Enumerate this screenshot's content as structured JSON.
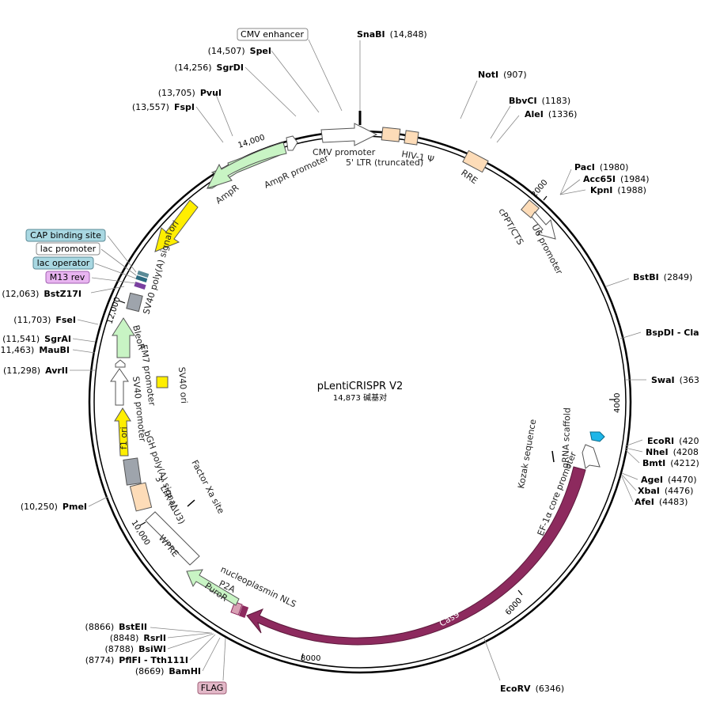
{
  "plasmid": {
    "name": "pLentiCRISPR V2",
    "size_text": "14,873 碱基对",
    "length": 14873
  },
  "site_labels": [
    {
      "name": "SnaBI",
      "pos": "(14,848)",
      "side": "right"
    },
    {
      "name": "NotI",
      "pos": "(907)",
      "side": "right"
    },
    {
      "name": "BbvCI",
      "pos": "(1183)",
      "side": "right"
    },
    {
      "name": "AleI",
      "pos": "(1336)",
      "side": "right"
    },
    {
      "name": "PacI",
      "pos": "(1980)",
      "side": "right"
    },
    {
      "name": "Acc65I",
      "pos": "(1984)",
      "side": "right"
    },
    {
      "name": "KpnI",
      "pos": "(1988)",
      "side": "right"
    },
    {
      "name": "BstBI",
      "pos": "(2849)",
      "side": "right"
    },
    {
      "name": "BspDI - Cla",
      "pos": "",
      "side": "right"
    },
    {
      "name": "SwaI",
      "pos": "(363",
      "side": "right"
    },
    {
      "name": "EcoRI",
      "pos": "(420",
      "side": "right"
    },
    {
      "name": "NheI",
      "pos": "(4208",
      "side": "right"
    },
    {
      "name": "BmtI",
      "pos": "(4212)",
      "side": "right"
    },
    {
      "name": "AgeI",
      "pos": "(4470)",
      "side": "right"
    },
    {
      "name": "XbaI",
      "pos": "(4476)",
      "side": "right"
    },
    {
      "name": "AfeI",
      "pos": "(4483)",
      "side": "right"
    },
    {
      "name": "EcoRV",
      "pos": "(6346)",
      "side": "right"
    },
    {
      "name": "SpeI",
      "pos": "(14,507)",
      "side": "left"
    },
    {
      "name": "SgrDI",
      "pos": "(14,256)",
      "side": "left"
    },
    {
      "name": "PvuI",
      "pos": "(13,705)",
      "side": "left"
    },
    {
      "name": "FspI",
      "pos": "(13,557)",
      "side": "left"
    },
    {
      "name": "BstZ17I",
      "pos": "(12,063)",
      "side": "left"
    },
    {
      "name": "FseI",
      "pos": "(11,703)",
      "side": "left"
    },
    {
      "name": "SgrAI",
      "pos": "(11,541)",
      "side": "left"
    },
    {
      "name": "MauBI",
      "pos": "11,463)",
      "side": "left"
    },
    {
      "name": "AvrII",
      "pos": "(11,298)",
      "side": "left"
    },
    {
      "name": "PmeI",
      "pos": "(10,250)",
      "side": "left"
    },
    {
      "name": "BstEII",
      "pos": "(8866)",
      "side": "left"
    },
    {
      "name": "RsrII",
      "pos": "(8848)",
      "side": "left"
    },
    {
      "name": "BsiWI",
      "pos": "(8788)",
      "side": "left"
    },
    {
      "name": "PflFI - Tth111I",
      "pos": "(8774)",
      "side": "left"
    },
    {
      "name": "BamHI",
      "pos": "(8669)",
      "side": "left"
    }
  ],
  "boxed_labels": [
    {
      "text": "CMV enhancer",
      "fill": "#ffffff"
    },
    {
      "text": "CAP binding site",
      "fill": "#a9d8e2"
    },
    {
      "text": "lac promoter",
      "fill": "#ffffff"
    },
    {
      "text": "lac operator",
      "fill": "#a9d8e2"
    },
    {
      "text": "M13 rev",
      "fill": "#e8b4f0"
    },
    {
      "text": "FLAG",
      "fill": "#e3b8c8"
    }
  ],
  "features": [
    {
      "name": "CMV promoter",
      "color": "#ffffff"
    },
    {
      "name": "5' LTR (truncated)",
      "color": "#fddcb8"
    },
    {
      "name": "HIV-1 Ψ",
      "color": "#fddcb8"
    },
    {
      "name": "RRE",
      "color": "#fddcb8"
    },
    {
      "name": "cPPT/CTS",
      "color": "#fddcb8"
    },
    {
      "name": "U6 promoter",
      "color": "#ffffff"
    },
    {
      "name": "gRNA scaffold",
      "color": "#1fb6e8"
    },
    {
      "name": "Kozak sequence",
      "color": "#000000"
    },
    {
      "name": "EF-1α core promoter",
      "color": "#ffffff"
    },
    {
      "name": "Cas9",
      "color": "#8d2a5e"
    },
    {
      "name": "nucleoplasmin NLS",
      "color": "#8d2a5e"
    },
    {
      "name": "P2A",
      "color": "#d8a0b4"
    },
    {
      "name": "PuroR",
      "color": "#c8f4c4"
    },
    {
      "name": "WPRE",
      "color": "#ffffff"
    },
    {
      "name": "3' LTR (ΔU3)",
      "color": "#fddcb8"
    },
    {
      "name": "bGH poly(A) signal",
      "color": "#9ea4ac"
    },
    {
      "name": "Factor Xa site",
      "color": "#000000"
    },
    {
      "name": "f1 ori",
      "color": "#ffee00"
    },
    {
      "name": "SV40 promoter",
      "color": "#ffffff"
    },
    {
      "name": "EM7 promoter",
      "color": "#ffffff"
    },
    {
      "name": "BleoR",
      "color": "#c8f4c4"
    },
    {
      "name": "SV40 ori",
      "color": "#ffee00"
    },
    {
      "name": "SV40 poly(A) signal",
      "color": "#9ea4ac"
    },
    {
      "name": "ori",
      "color": "#ffee00"
    },
    {
      "name": "AmpR",
      "color": "#c8f4c4"
    },
    {
      "name": "AmpR promoter",
      "color": "#ffffff"
    }
  ],
  "ticks": [
    "2000",
    "4000",
    "6000",
    "8000",
    "10,000",
    "12,000",
    "14,000"
  ]
}
